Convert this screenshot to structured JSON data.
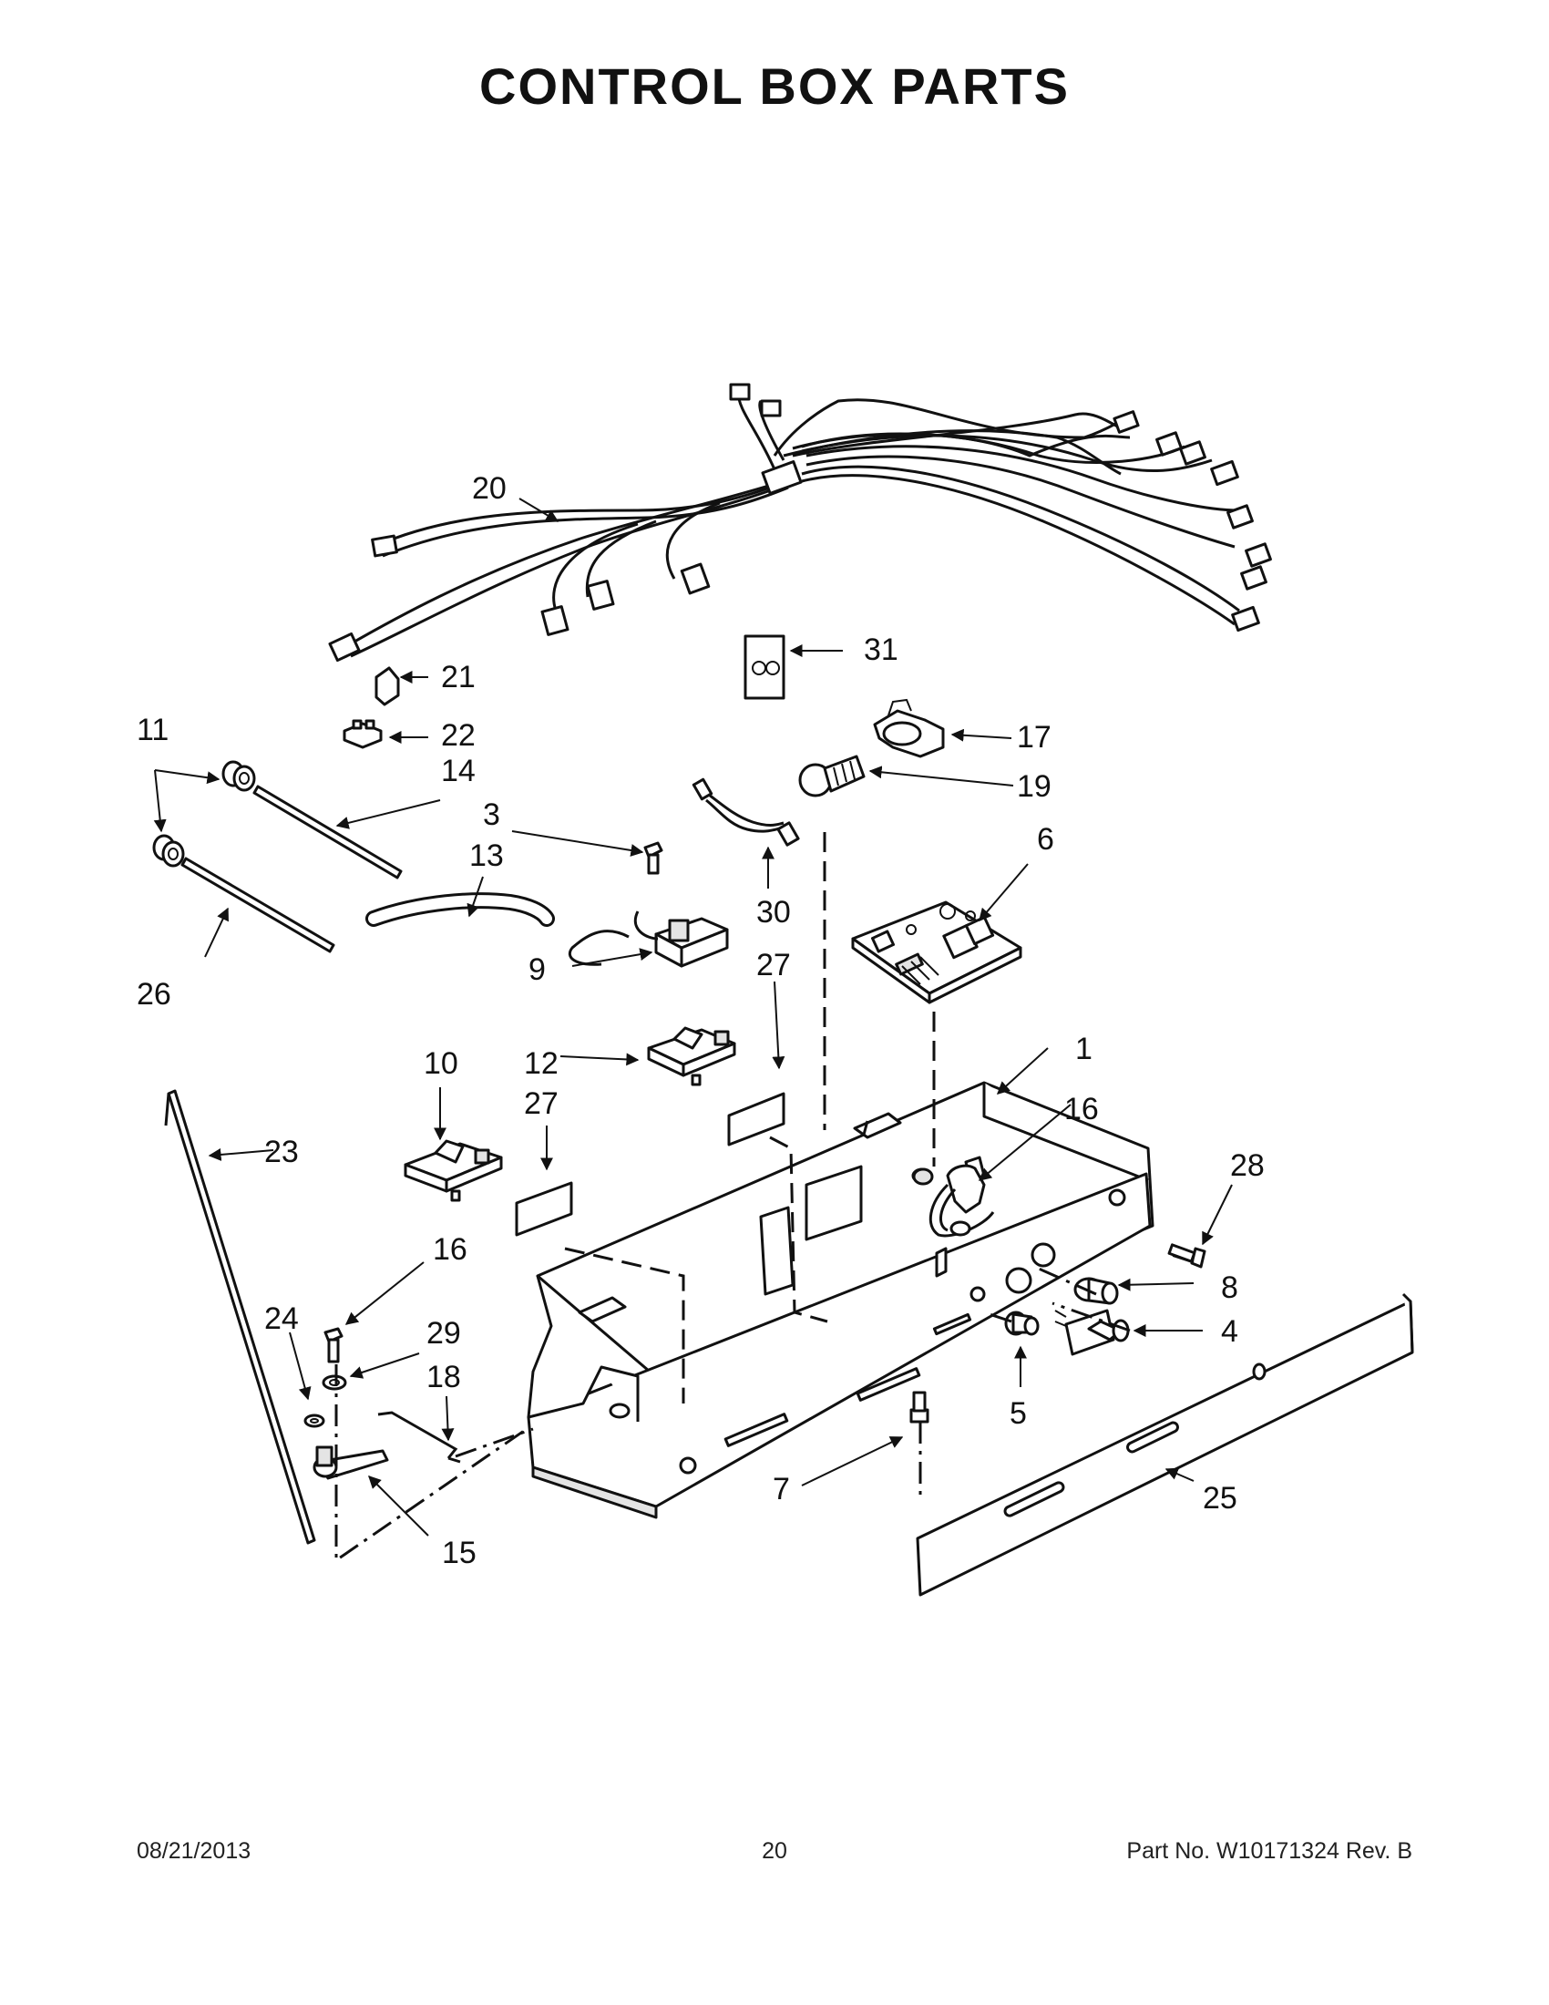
{
  "title": "CONTROL BOX PARTS",
  "callouts": {
    "c1": "1",
    "c3": "3",
    "c4": "4",
    "c5": "5",
    "c6": "6",
    "c7": "7",
    "c8": "8",
    "c9": "9",
    "c10": "10",
    "c11": "11",
    "c12": "12",
    "c13": "13",
    "c14": "14",
    "c15": "15",
    "c16a": "16",
    "c16b": "16",
    "c17": "17",
    "c18": "18",
    "c19": "19",
    "c20": "20",
    "c21": "21",
    "c22": "22",
    "c23": "23",
    "c24": "24",
    "c25": "25",
    "c26": "26",
    "c27a": "27",
    "c27b": "27",
    "c28": "28",
    "c29": "29",
    "c30": "30",
    "c31": "31"
  },
  "footer": {
    "date": "08/21/2013",
    "page": "20",
    "part": "Part No.  W10171324  Rev.  B"
  }
}
